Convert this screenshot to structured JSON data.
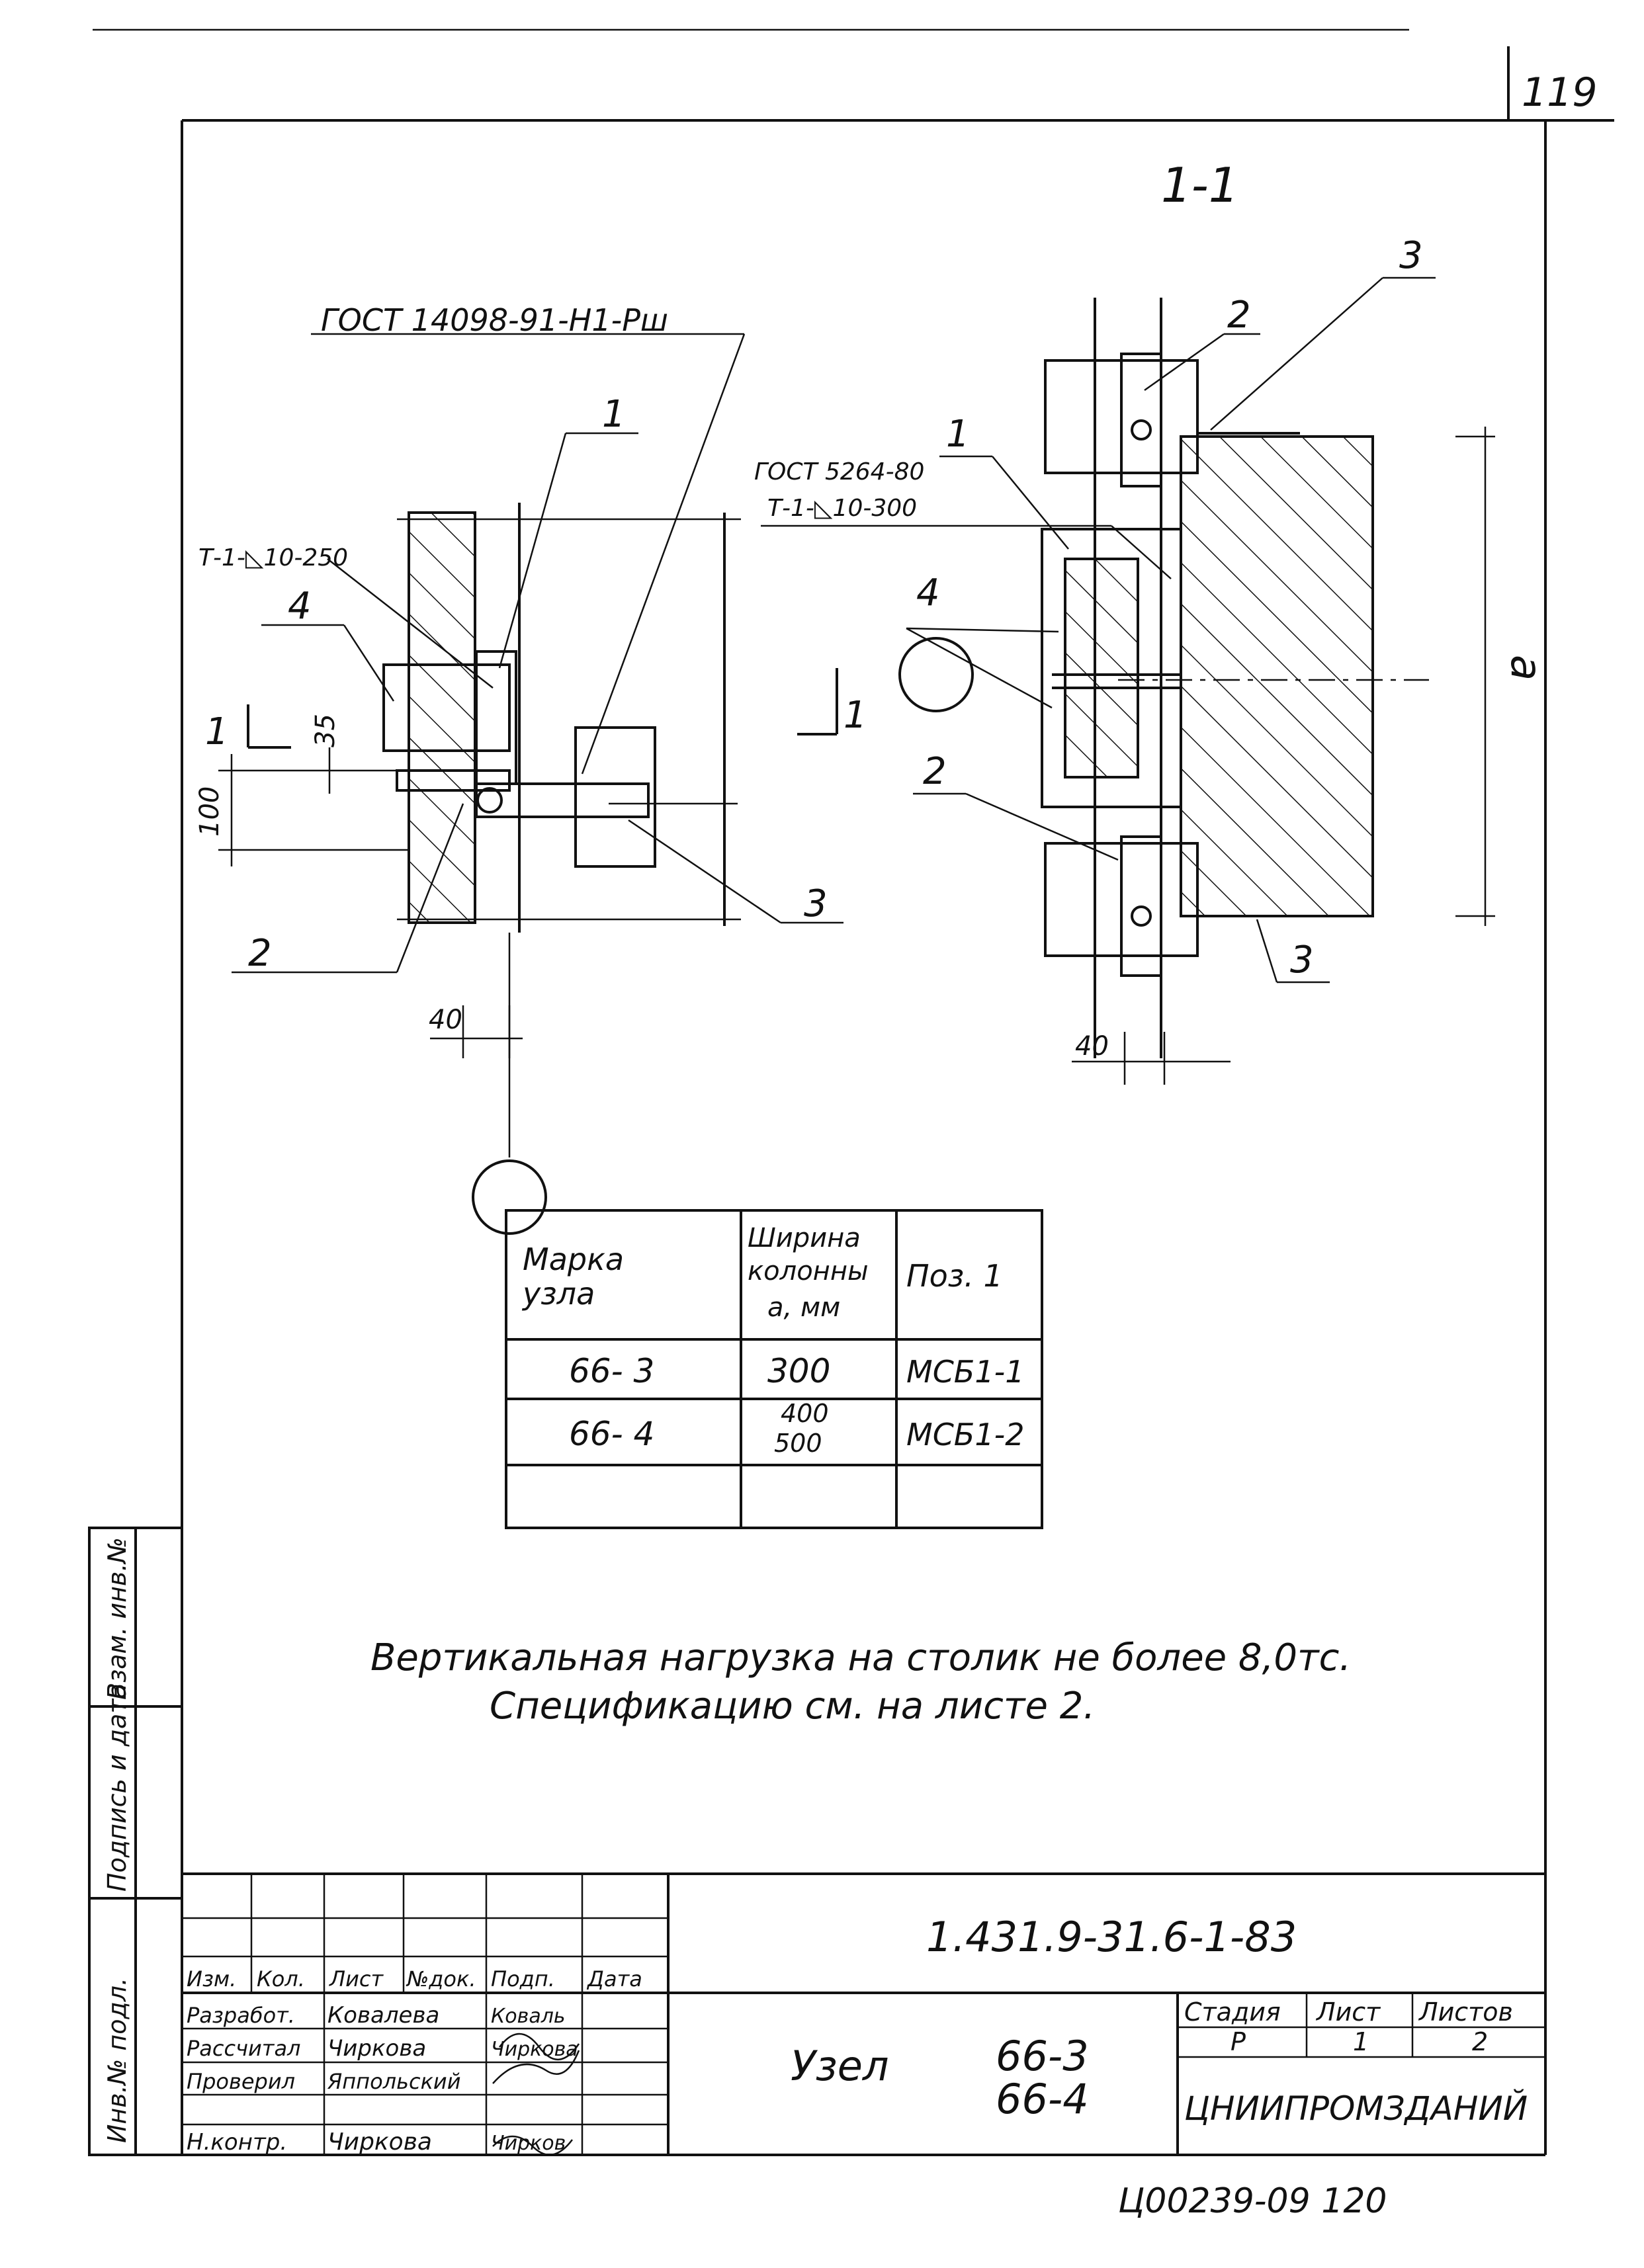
{
  "sheet": {
    "number": "119",
    "bottom_code": "Ц00239-09   120"
  },
  "drawing": {
    "section_label": "1-1",
    "gost_weld_1": "ГОСТ 14098-91-Н1-Рш",
    "weld_1": "Т-1-◺10-250",
    "gost_weld_2": "ГОСТ 5264-80",
    "weld_2": "Т-1-◺10-300",
    "pos_1": "1",
    "pos_2": "2",
    "pos_3": "3",
    "pos_4": "4",
    "dim_35": "35",
    "dim_100": "100",
    "dim_40": "40",
    "dim_a": "a",
    "cut_mark": "1"
  },
  "table": {
    "headers": [
      "Марка узла",
      "Ширина колонны a, мм",
      "Поз. 1"
    ],
    "rows": [
      [
        "66- 3",
        "300",
        "МСБ1-1"
      ],
      [
        "66- 4",
        "400\n500",
        "МСБ1-2"
      ],
      [
        "",
        "",
        ""
      ]
    ]
  },
  "notes": {
    "line1": "Вертикальная нагрузка на столик не более 8,0тс.",
    "line2": "Спецификацию см. на листе 2."
  },
  "left_strip": {
    "cell1": "Инв.№ подл.",
    "cell2": "Подпись и дата",
    "cell3": "Взам. инв.№"
  },
  "title_block": {
    "doc_code": "1.431.9-31.6-1-83",
    "headers": [
      "Изм.",
      "Кол.",
      "Лист",
      "№док.",
      "Подп.",
      "Дата"
    ],
    "roles": [
      {
        "role": "Разработ.",
        "name": "Ковалева",
        "sign": "Коваль"
      },
      {
        "role": "Рассчитал",
        "name": "Чиркова",
        "sign": "Чиркова"
      },
      {
        "role": "Проверил",
        "name": "Яппольский",
        "sign": ""
      },
      {
        "role": "",
        "name": "",
        "sign": ""
      },
      {
        "role": "Н.контр.",
        "name": "Чиркова",
        "sign": "Чирков"
      }
    ],
    "title_word": "Узел",
    "title_nodes": [
      "66-3",
      "66-4"
    ],
    "stage_header": "Стадия",
    "sheet_header": "Лист",
    "sheets_header": "Листов",
    "stage": "Р",
    "sheet": "1",
    "sheets": "2",
    "org": "ЦНИИПРОМЗДАНИЙ"
  }
}
